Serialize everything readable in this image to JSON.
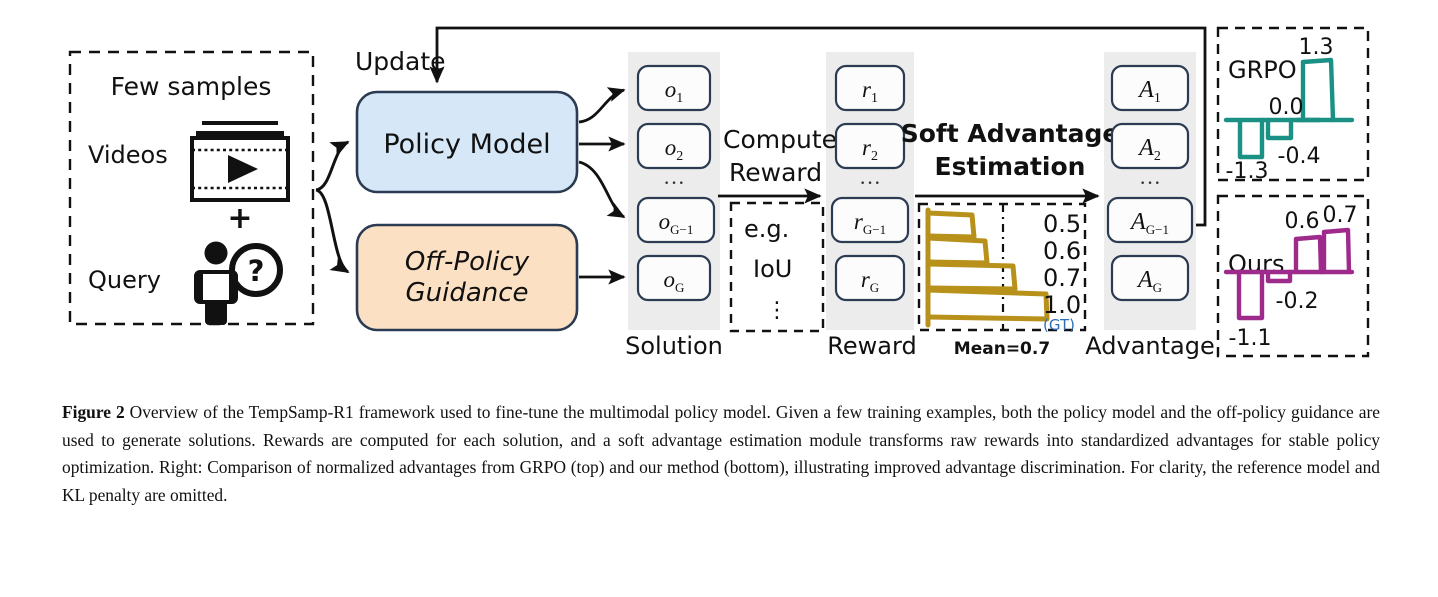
{
  "figure": {
    "input_panel": {
      "title": "Few samples",
      "video_label": "Videos",
      "plus": "+",
      "query_label": "Query"
    },
    "update_label": "Update",
    "models": {
      "policy": {
        "label": "Policy Model",
        "fill": "#d6e7f7",
        "stroke": "#2b3b52"
      },
      "offpolicy": {
        "label_line1": "Off-Policy",
        "label_line2": "Guidance",
        "fill": "#fbe0c4",
        "stroke": "#2b3b52"
      }
    },
    "columns": [
      {
        "name": "solution",
        "label": "Solution",
        "items": [
          "o",
          "o",
          "o",
          "o"
        ],
        "subs": [
          "1",
          "2",
          "G−1",
          "G"
        ],
        "ellipsis": "···"
      },
      {
        "name": "reward",
        "label": "Reward",
        "items": [
          "r",
          "r",
          "r",
          "r"
        ],
        "subs": [
          "1",
          "2",
          "G−1",
          "G"
        ],
        "ellipsis": "···"
      },
      {
        "name": "advantage",
        "label": "Advantage",
        "items": [
          "A",
          "A",
          "A",
          "A"
        ],
        "subs": [
          "1",
          "2",
          "G−1",
          "G"
        ],
        "ellipsis": "···"
      }
    ],
    "compute_reward": {
      "line1": "Compute",
      "line2": "Reward"
    },
    "reward_example": {
      "line1": "e.g.",
      "line2": "IoU",
      "line3": "⋮"
    },
    "soft_advantage": {
      "line1": "Soft Advantage",
      "line2": "Estimation"
    },
    "mean_label": "Mean=0.7",
    "gt_label": "(GT)",
    "reward_values": [
      "0.5",
      "0.6",
      "0.7",
      "1.0"
    ]
  },
  "chart_data": [
    {
      "type": "bar",
      "name": "reward-bars",
      "orientation": "horizontal",
      "title": "",
      "categories": [
        "r1",
        "r2",
        "rG-1",
        "rG"
      ],
      "values": [
        0.5,
        0.6,
        0.7,
        1.0
      ],
      "value_labels": [
        "0.5",
        "0.6",
        "0.7",
        "1.0"
      ],
      "annotations": [
        "(GT)",
        "Mean=0.7"
      ],
      "mean": 0.7,
      "color": "#b8911a",
      "xlim": [
        0,
        1.0
      ],
      "grid": false,
      "legend": false
    },
    {
      "type": "bar",
      "name": "grpo-advantages",
      "title": "GRPO",
      "categories": [
        "A1",
        "A2",
        "A3",
        "A4"
      ],
      "values": [
        -1.3,
        -0.4,
        0.0,
        1.3
      ],
      "value_labels": [
        "-1.3",
        "-0.4",
        "0.0",
        "1.3"
      ],
      "color": "#1a9184",
      "ylim": [
        -1.6,
        1.6
      ],
      "grid": false,
      "legend": false,
      "xlabel": "",
      "ylabel": ""
    },
    {
      "type": "bar",
      "name": "ours-advantages",
      "title": "Ours",
      "categories": [
        "A1",
        "A2",
        "A3",
        "A4"
      ],
      "values": [
        -1.1,
        -0.2,
        0.6,
        0.7
      ],
      "value_labels": [
        "-1.1",
        "-0.2",
        "0.6",
        "0.7"
      ],
      "color": "#9e2a8c",
      "ylim": [
        -1.6,
        1.6
      ],
      "grid": false,
      "legend": false,
      "xlabel": "",
      "ylabel": ""
    }
  ],
  "caption": {
    "label": "Figure 2",
    "text": "Overview of the TempSamp-R1 framework used to fine-tune the multimodal policy model. Given a few training examples, both the policy model and the off-policy guidance are used to generate solutions. Rewards are computed for each solution, and a soft advantage estimation module transforms raw rewards into standardized advantages for stable policy optimization. Right: Comparison of normalized advantages from GRPO (top) and our method (bottom), illustrating improved advantage discrimination. For clarity, the reference model and KL penalty are omitted."
  }
}
